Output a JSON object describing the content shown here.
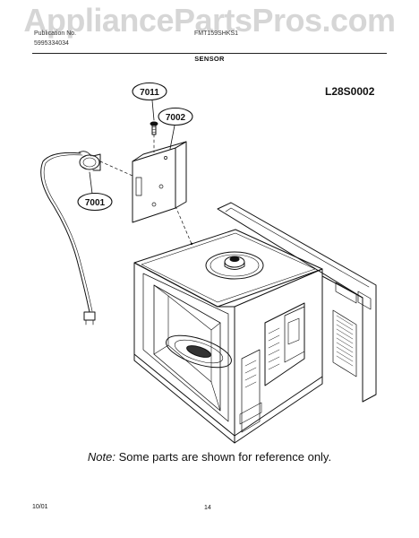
{
  "watermark": "AppliancePartsPros.com",
  "header": {
    "left_line1": "Publication No.",
    "left_line2": "5995334034",
    "center": "FMT159SHKS1"
  },
  "section_title": "SENSOR",
  "diagram_code": "L28S0002",
  "callouts": {
    "screw": "7011",
    "bracket": "7002",
    "sensor": "7001"
  },
  "note": {
    "label": "Note:",
    "text": " Some parts are shown for reference only."
  },
  "footer": {
    "date": "10/01",
    "page": "14"
  }
}
